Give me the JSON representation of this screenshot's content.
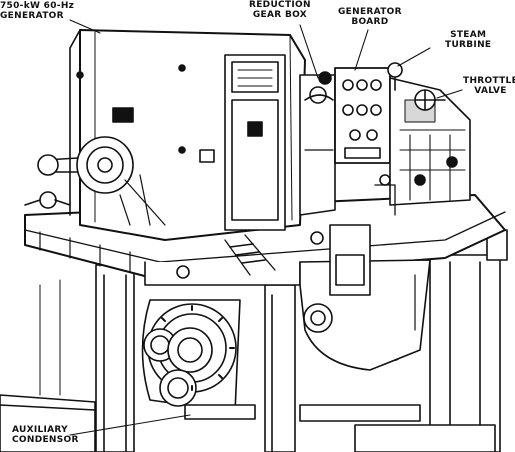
{
  "labels": {
    "generator": "750-kW 60-Hz\nGENERATOR",
    "reduction_gear_box": "REDUCTION\nGEAR BOX",
    "generator_board": "GENERATOR\nBOARD",
    "steam_turbine": "STEAM\nTURBINE",
    "throttle_valve": "THROTTLE\nVALVE",
    "auxiliary_condensor": "AUXILIARY\nCONDENSOR"
  },
  "colors": {
    "ink": "#111111",
    "paper": "#ffffff",
    "shade": "#d8d8d8"
  }
}
